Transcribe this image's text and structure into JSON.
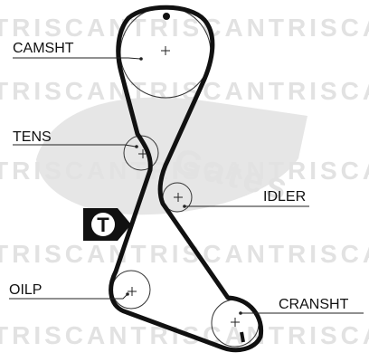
{
  "labels": {
    "camshaft": "CAMSHT",
    "tensioner": "TENS",
    "idler": "IDLER",
    "oil_pump": "OILP",
    "crankshaft": "CRANSHT"
  },
  "tensioner_marker": "T",
  "watermark": {
    "text": "TRISCANTRISCANTRISCANTRISCAN",
    "logo_text": "Gates"
  },
  "colors": {
    "belt": "#111111",
    "pulley_line": "#333333",
    "leader": "#222222",
    "watermark": "#e2e2e2",
    "marker_bg": "#111111",
    "marker_fg": "#ffffff"
  },
  "icons": {
    "centre_mark": "plus-sign",
    "timing_mark": "dot",
    "tensioner_marker": "t-circle-arrow"
  }
}
